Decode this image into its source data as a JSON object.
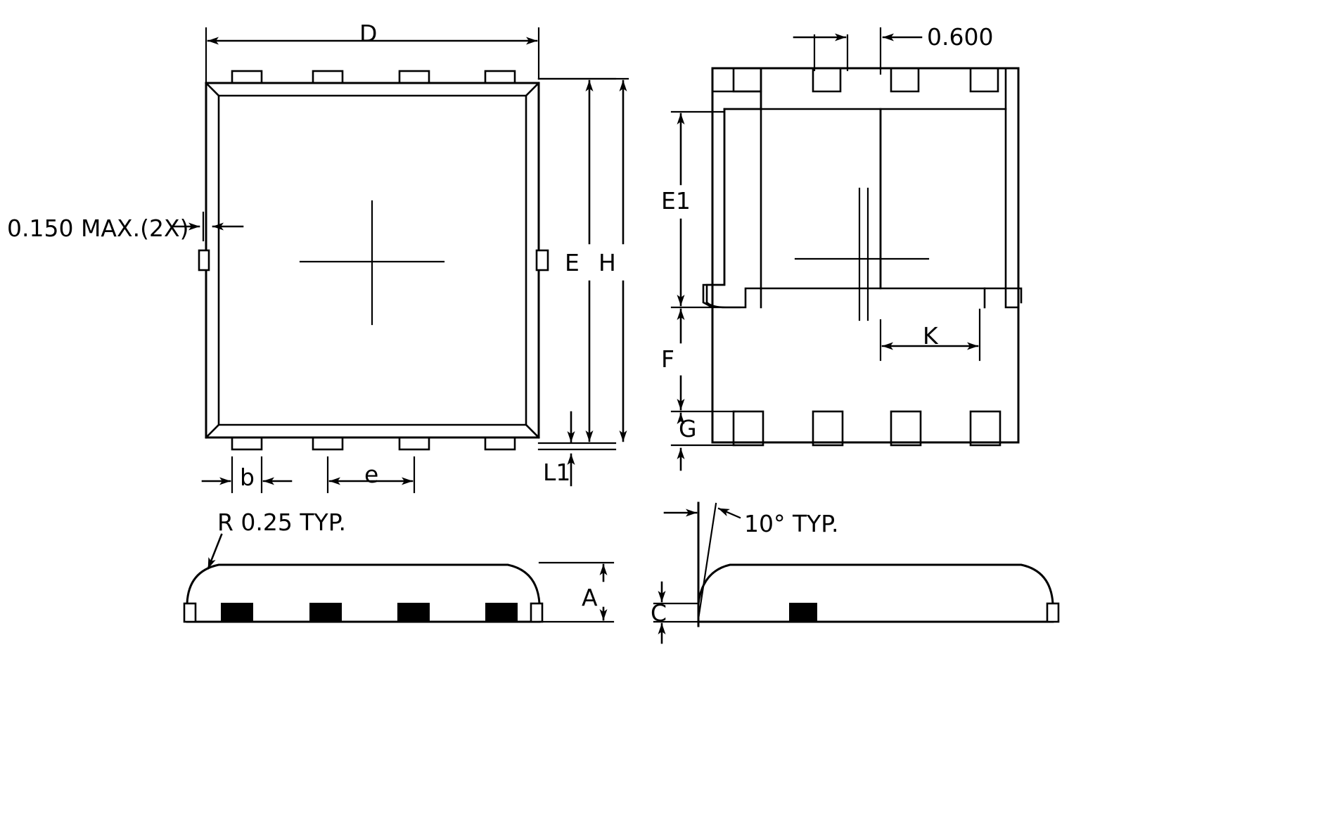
{
  "drawing": {
    "title": "Package Outline Mechanical Drawing",
    "type": "mechanical-package-drawing",
    "views": [
      {
        "name": "top-view",
        "position": "top-left"
      },
      {
        "name": "bottom-view",
        "position": "top-right"
      },
      {
        "name": "side-view-front",
        "position": "bottom-left"
      },
      {
        "name": "side-view-end",
        "position": "bottom-right"
      }
    ],
    "line_color": "#000000",
    "background_color": "#ffffff"
  },
  "labels": {
    "top_view": {
      "D": "D",
      "E": "E",
      "H": "H",
      "L1": "L1",
      "b": "b",
      "e": "e",
      "note_chamfer": "0.150 MAX.(2X)"
    },
    "bottom_view": {
      "dim_0600": "0.600",
      "E1": "E1",
      "F": "F",
      "G": "G",
      "K": "K"
    },
    "front_side_view": {
      "A": "A",
      "radius_note": "R 0.25 TYP."
    },
    "end_side_view": {
      "C": "C",
      "angle_note": "10°  TYP."
    }
  },
  "dimension_values": {
    "chamfer_max": "0.150",
    "chamfer_count": "2X",
    "lead_offset": "0.600",
    "corner_radius": "0.25",
    "mold_draft_angle": "10"
  }
}
